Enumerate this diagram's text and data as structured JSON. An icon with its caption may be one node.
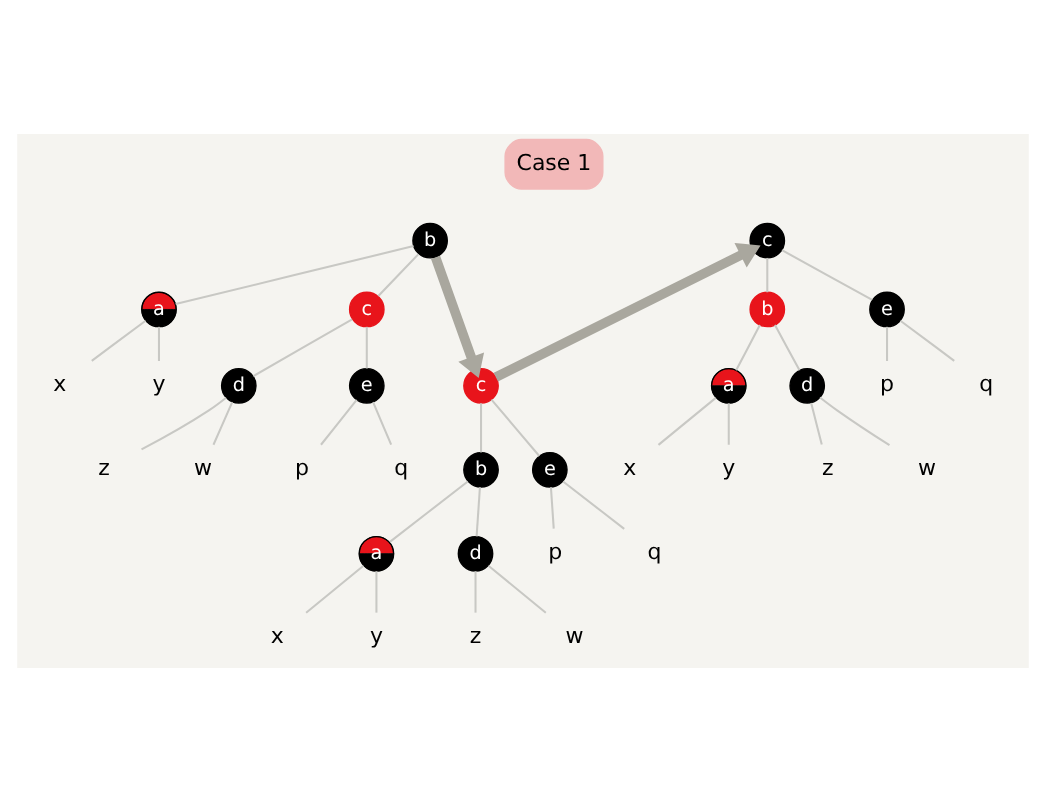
{
  "diagram": {
    "nodes": [
      {
        "text": [
          "Case 1"
        ]
      },
      {
        "text": [
          "b"
        ]
      },
      {
        "text": [
          "a"
        ]
      },
      {
        "text": [
          "c"
        ]
      },
      {
        "text": [
          "x"
        ]
      },
      {
        "text": [
          "y"
        ]
      },
      {
        "text": [
          "d"
        ]
      },
      {
        "text": [
          "e"
        ]
      },
      {
        "text": [
          "z"
        ]
      },
      {
        "text": [
          "w"
        ]
      },
      {
        "text": [
          "p"
        ]
      },
      {
        "text": [
          "q"
        ]
      },
      {
        "text": [
          "c"
        ]
      },
      {
        "text": [
          "b"
        ]
      },
      {
        "text": [
          "e"
        ]
      },
      {
        "text": [
          "a"
        ]
      },
      {
        "text": [
          "d"
        ]
      },
      {
        "text": [
          "p"
        ]
      },
      {
        "text": [
          "q"
        ]
      },
      {
        "text": [
          "x"
        ]
      },
      {
        "text": [
          "y"
        ]
      },
      {
        "text": [
          "z"
        ]
      },
      {
        "text": [
          "w"
        ]
      },
      {
        "text": [
          "c"
        ]
      },
      {
        "text": [
          "b"
        ]
      },
      {
        "text": [
          "e"
        ]
      },
      {
        "text": [
          "a"
        ]
      },
      {
        "text": [
          "d"
        ]
      },
      {
        "text": [
          "p"
        ]
      },
      {
        "text": [
          "q"
        ]
      },
      {
        "text": [
          "x"
        ]
      },
      {
        "text": [
          "y"
        ]
      },
      {
        "text": [
          "z"
        ]
      },
      {
        "text": [
          "w"
        ]
      }
    ],
    "edges": [
      {
        "from": 1,
        "to": 2,
        "arrow": "none"
      },
      {
        "from": 1,
        "to": 3,
        "arrow": "none"
      },
      {
        "from": 2,
        "to": 4,
        "arrow": "none"
      },
      {
        "from": 2,
        "to": 5,
        "arrow": "none"
      },
      {
        "from": 3,
        "to": 6,
        "arrow": "none"
      },
      {
        "from": 3,
        "to": 7,
        "arrow": "none"
      },
      {
        "from": 6,
        "to": 8,
        "arrow": "none"
      },
      {
        "from": 6,
        "to": 9,
        "arrow": "none"
      },
      {
        "from": 7,
        "to": 10,
        "arrow": "none"
      },
      {
        "from": 7,
        "to": 11,
        "arrow": "none"
      },
      {
        "from": 12,
        "to": 13,
        "arrow": "none"
      },
      {
        "from": 12,
        "to": 14,
        "arrow": "none"
      },
      {
        "from": 13,
        "to": 15,
        "arrow": "none"
      },
      {
        "from": 13,
        "to": 16,
        "arrow": "none"
      },
      {
        "from": 14,
        "to": 17,
        "arrow": "none"
      },
      {
        "from": 14,
        "to": 18,
        "arrow": "none"
      },
      {
        "from": 15,
        "to": 19,
        "arrow": "none"
      },
      {
        "from": 15,
        "to": 20,
        "arrow": "none"
      },
      {
        "from": 16,
        "to": 21,
        "arrow": "none"
      },
      {
        "from": 16,
        "to": 22,
        "arrow": "none"
      },
      {
        "from": 23,
        "to": 24,
        "arrow": "none"
      },
      {
        "from": 23,
        "to": 25,
        "arrow": "none"
      },
      {
        "from": 24,
        "to": 26,
        "arrow": "none"
      },
      {
        "from": 24,
        "to": 27,
        "arrow": "none"
      },
      {
        "from": 25,
        "to": 28,
        "arrow": "none"
      },
      {
        "from": 25,
        "to": 29,
        "arrow": "none"
      },
      {
        "from": 26,
        "to": 30,
        "arrow": "none"
      },
      {
        "from": 26,
        "to": 31,
        "arrow": "none"
      },
      {
        "from": 27,
        "to": 32,
        "arrow": "none"
      },
      {
        "from": 27,
        "to": 33,
        "arrow": "none"
      },
      {
        "from": 1,
        "to": 23,
        "arrow": "to",
        "style": "thick",
        "color": "#a9a79e"
      },
      {
        "from": 23,
        "to": 12,
        "arrow": "to",
        "style": "thick",
        "color": "#a9a79e"
      }
    ]
  }
}
